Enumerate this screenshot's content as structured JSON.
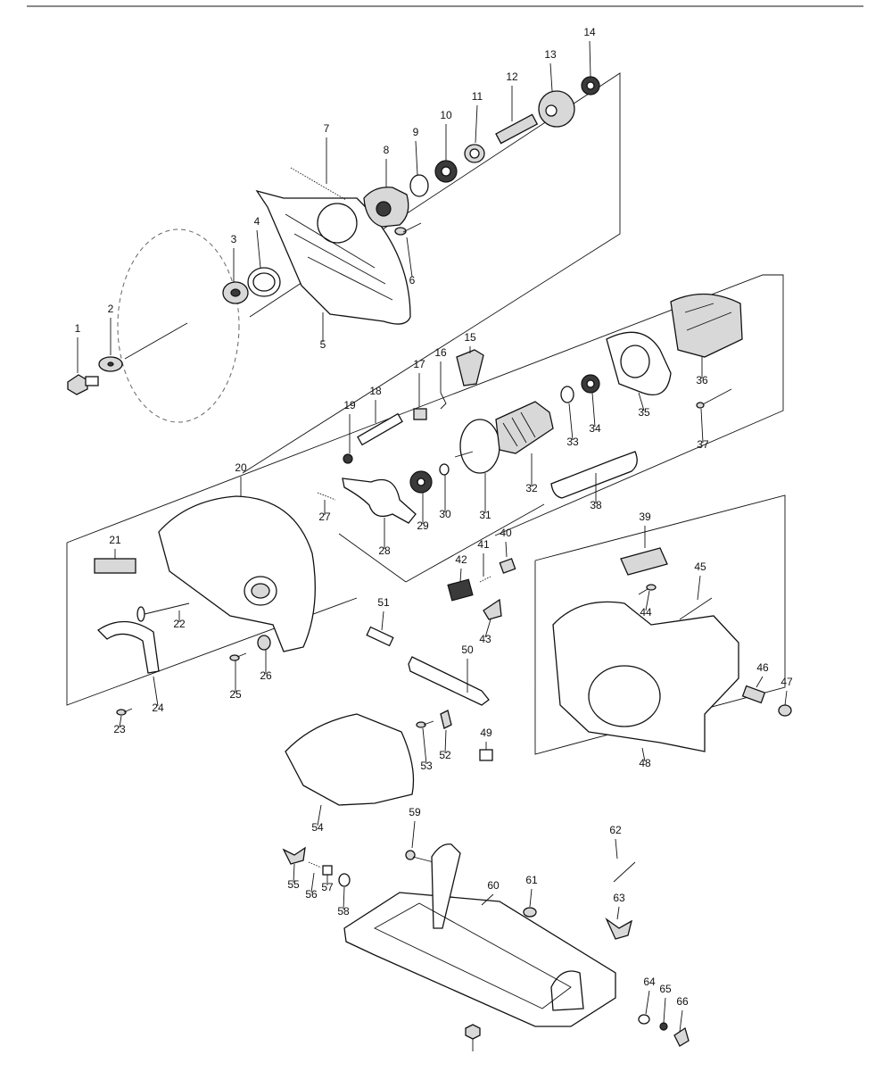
{
  "diagram": {
    "part_numbers": [
      "1",
      "2",
      "3",
      "4",
      "5",
      "6",
      "7",
      "8",
      "9",
      "10",
      "11",
      "12",
      "13",
      "14",
      "15",
      "16",
      "17",
      "18",
      "19",
      "20",
      "21",
      "22",
      "23",
      "24",
      "25",
      "26",
      "27",
      "28",
      "29",
      "30",
      "31",
      "32",
      "33",
      "34",
      "35",
      "36",
      "37",
      "38",
      "39",
      "40",
      "41",
      "42",
      "43",
      "44",
      "45",
      "46",
      "47",
      "48",
      "49",
      "50",
      "51",
      "52",
      "53",
      "54",
      "55",
      "56",
      "57",
      "58",
      "59",
      "60",
      "61",
      "62",
      "63",
      "64",
      "65",
      "66"
    ]
  }
}
